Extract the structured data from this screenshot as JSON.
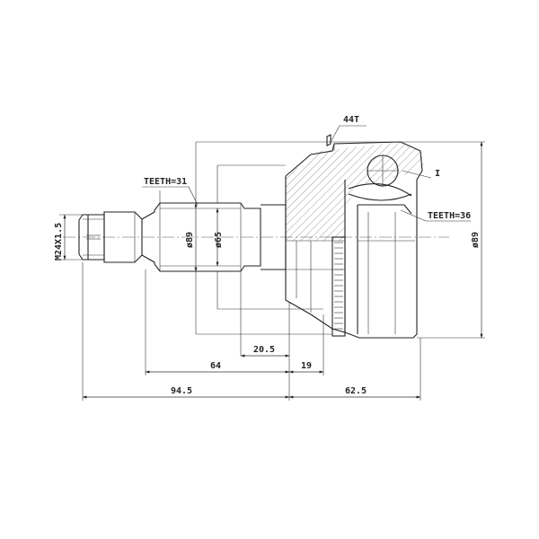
{
  "labels": {
    "teeth_outer": "44T",
    "detail_mark": "I",
    "teeth_shaft": "TEETH=31",
    "teeth_inner": "TEETH=36",
    "thread": "M24X1.5",
    "dia_shaft": "ø89",
    "dia_seat": "ø65",
    "dia_body": "ø89"
  },
  "dimensions": {
    "d_20_5": "20.5",
    "d_64": "64",
    "d_19": "19",
    "d_94_5": "94.5",
    "d_62_5": "62.5"
  }
}
